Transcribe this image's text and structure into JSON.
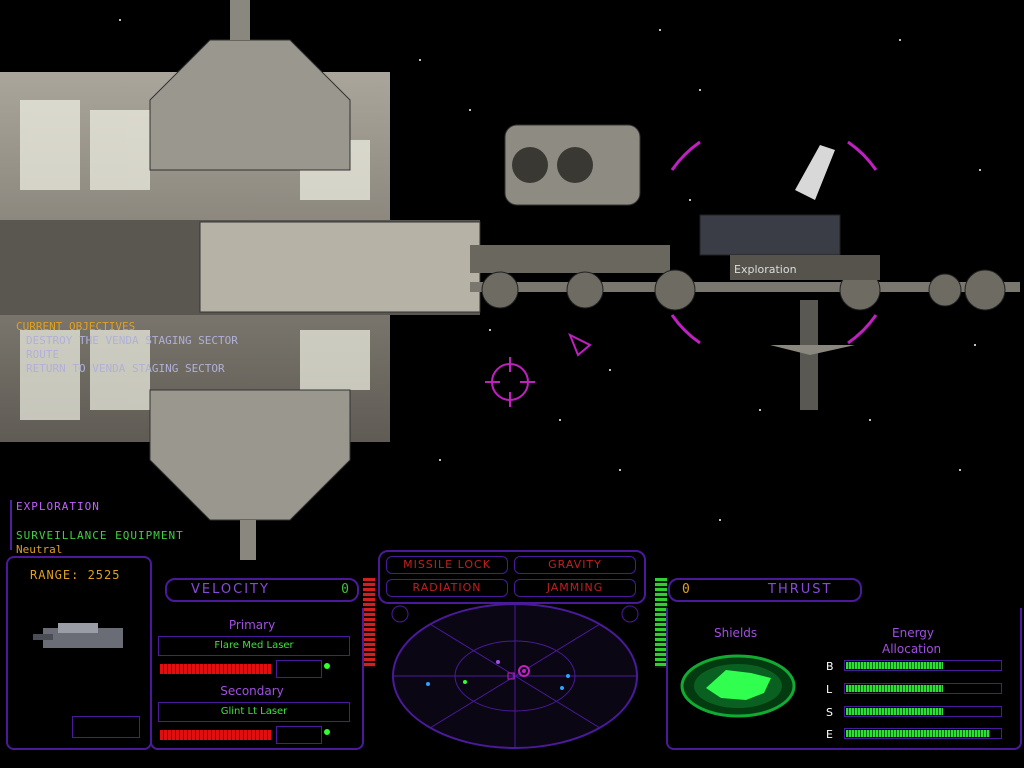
{
  "game": {
    "target_callout": "Exploration"
  },
  "objectives": {
    "header": "CURRENT OBJECTIVES",
    "lines": [
      "DESTROY THE VENDA STAGING SECTOR",
      "ROUTE",
      "RETURN TO VENDA STAGING SECTOR"
    ]
  },
  "target": {
    "name": "EXPLORATION",
    "cargo": "SURVEILLANCE EQUIPMENT",
    "iff": "Neutral",
    "range_label": "RANGE: 2525"
  },
  "hud": {
    "velocity_label": "VELOCITY",
    "velocity_value": "0",
    "thrust_label": "THRUST",
    "thrust_value": "0",
    "warnings": [
      "MISSILE LOCK",
      "GRAVITY",
      "RADIATION",
      "JAMMING"
    ],
    "primary_label": "Primary",
    "primary_weapon": "Flare Med Laser",
    "secondary_label": "Secondary",
    "secondary_weapon": "Glint Lt Laser",
    "shields_label": "Shields",
    "energy_label_1": "Energy",
    "energy_label_2": "Allocation",
    "energy": [
      {
        "key": "B",
        "level": 0.62
      },
      {
        "key": "L",
        "level": 0.62
      },
      {
        "key": "S",
        "level": 0.62
      },
      {
        "key": "E",
        "level": 0.92
      }
    ]
  },
  "colors": {
    "hud_purple": "#4a1a9a",
    "reticle": "#c020c0",
    "warning_red": "#c02020",
    "weapon_green": "#40e040"
  }
}
